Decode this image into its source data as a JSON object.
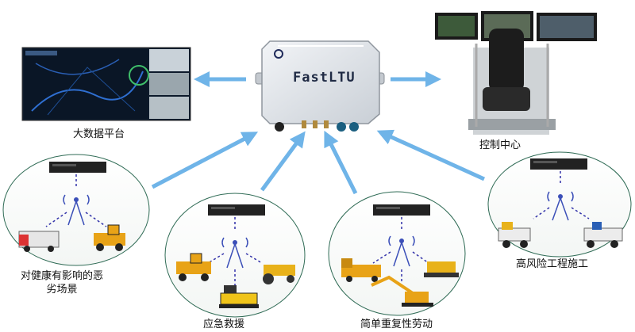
{
  "device": {
    "name": "FastLTU"
  },
  "nodes": {
    "bigdata": "大数据平台",
    "control": "控制中心",
    "hazard_health": "对健康有影响的恶劣场景",
    "emergency": "应急救援",
    "repetitive": "简单重复性劳动",
    "high_risk": "高风险工程施工"
  },
  "colors": {
    "arrow": "#6fb4e8",
    "ellipse_border": "#2f6b55",
    "dashed_link": "#3333aa",
    "device_body": "#dde1e6"
  }
}
